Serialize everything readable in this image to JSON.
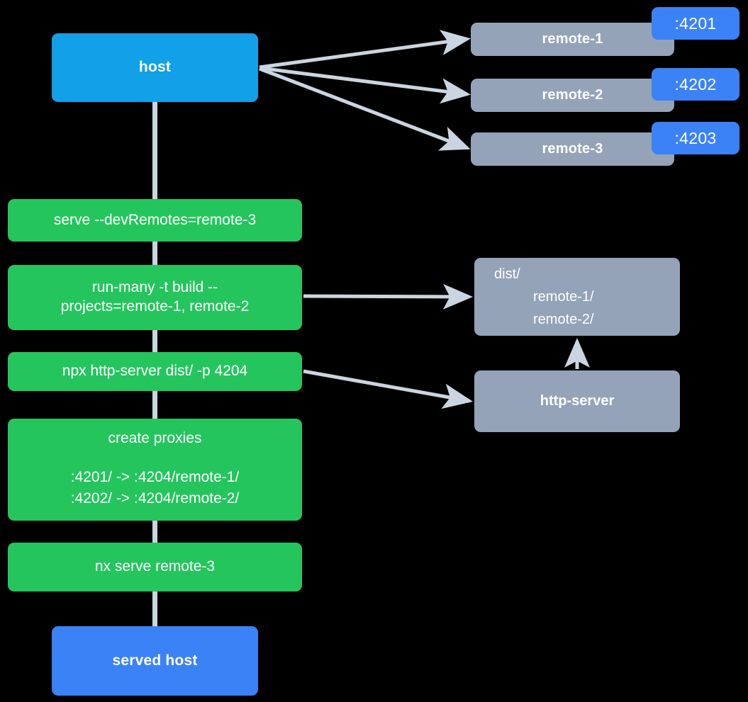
{
  "diagram": {
    "title": "Nx module federation host and remotes serve flow",
    "background": "#000000",
    "colors": {
      "host": "#12a1e8",
      "served_host": "#3b82f6",
      "remote": "#94a3b8",
      "command": "#25c55e",
      "port_badge": "#3b82f6",
      "edge": "#cbd5e1",
      "text": "#ffffff"
    }
  },
  "nodes": {
    "host": {
      "label": "host"
    },
    "served_host": {
      "label": "served host"
    },
    "remotes": [
      {
        "label": "remote-1",
        "port": ":4201"
      },
      {
        "label": "remote-2",
        "port": ":4202"
      },
      {
        "label": "remote-3",
        "port": ":4203"
      }
    ],
    "dist": {
      "root": "dist/",
      "children": [
        "remote-1/",
        "remote-2/"
      ]
    },
    "http_server": {
      "label": "http-server"
    }
  },
  "commands": [
    {
      "id": "serve-dev-remotes",
      "text": "serve --devRemotes=remote-3"
    },
    {
      "id": "run-many-build",
      "line1": "run-many -t build --",
      "line2": "projects=remote-1, remote-2"
    },
    {
      "id": "npx-http-server",
      "text": "npx http-server dist/ -p 4204"
    },
    {
      "id": "create-proxies",
      "title": "create proxies",
      "rules": [
        ":4201/ -> :4204/remote-1/",
        ":4202/ -> :4204/remote-2/"
      ]
    },
    {
      "id": "nx-serve-remote-3",
      "text": "nx serve remote-3"
    }
  ]
}
